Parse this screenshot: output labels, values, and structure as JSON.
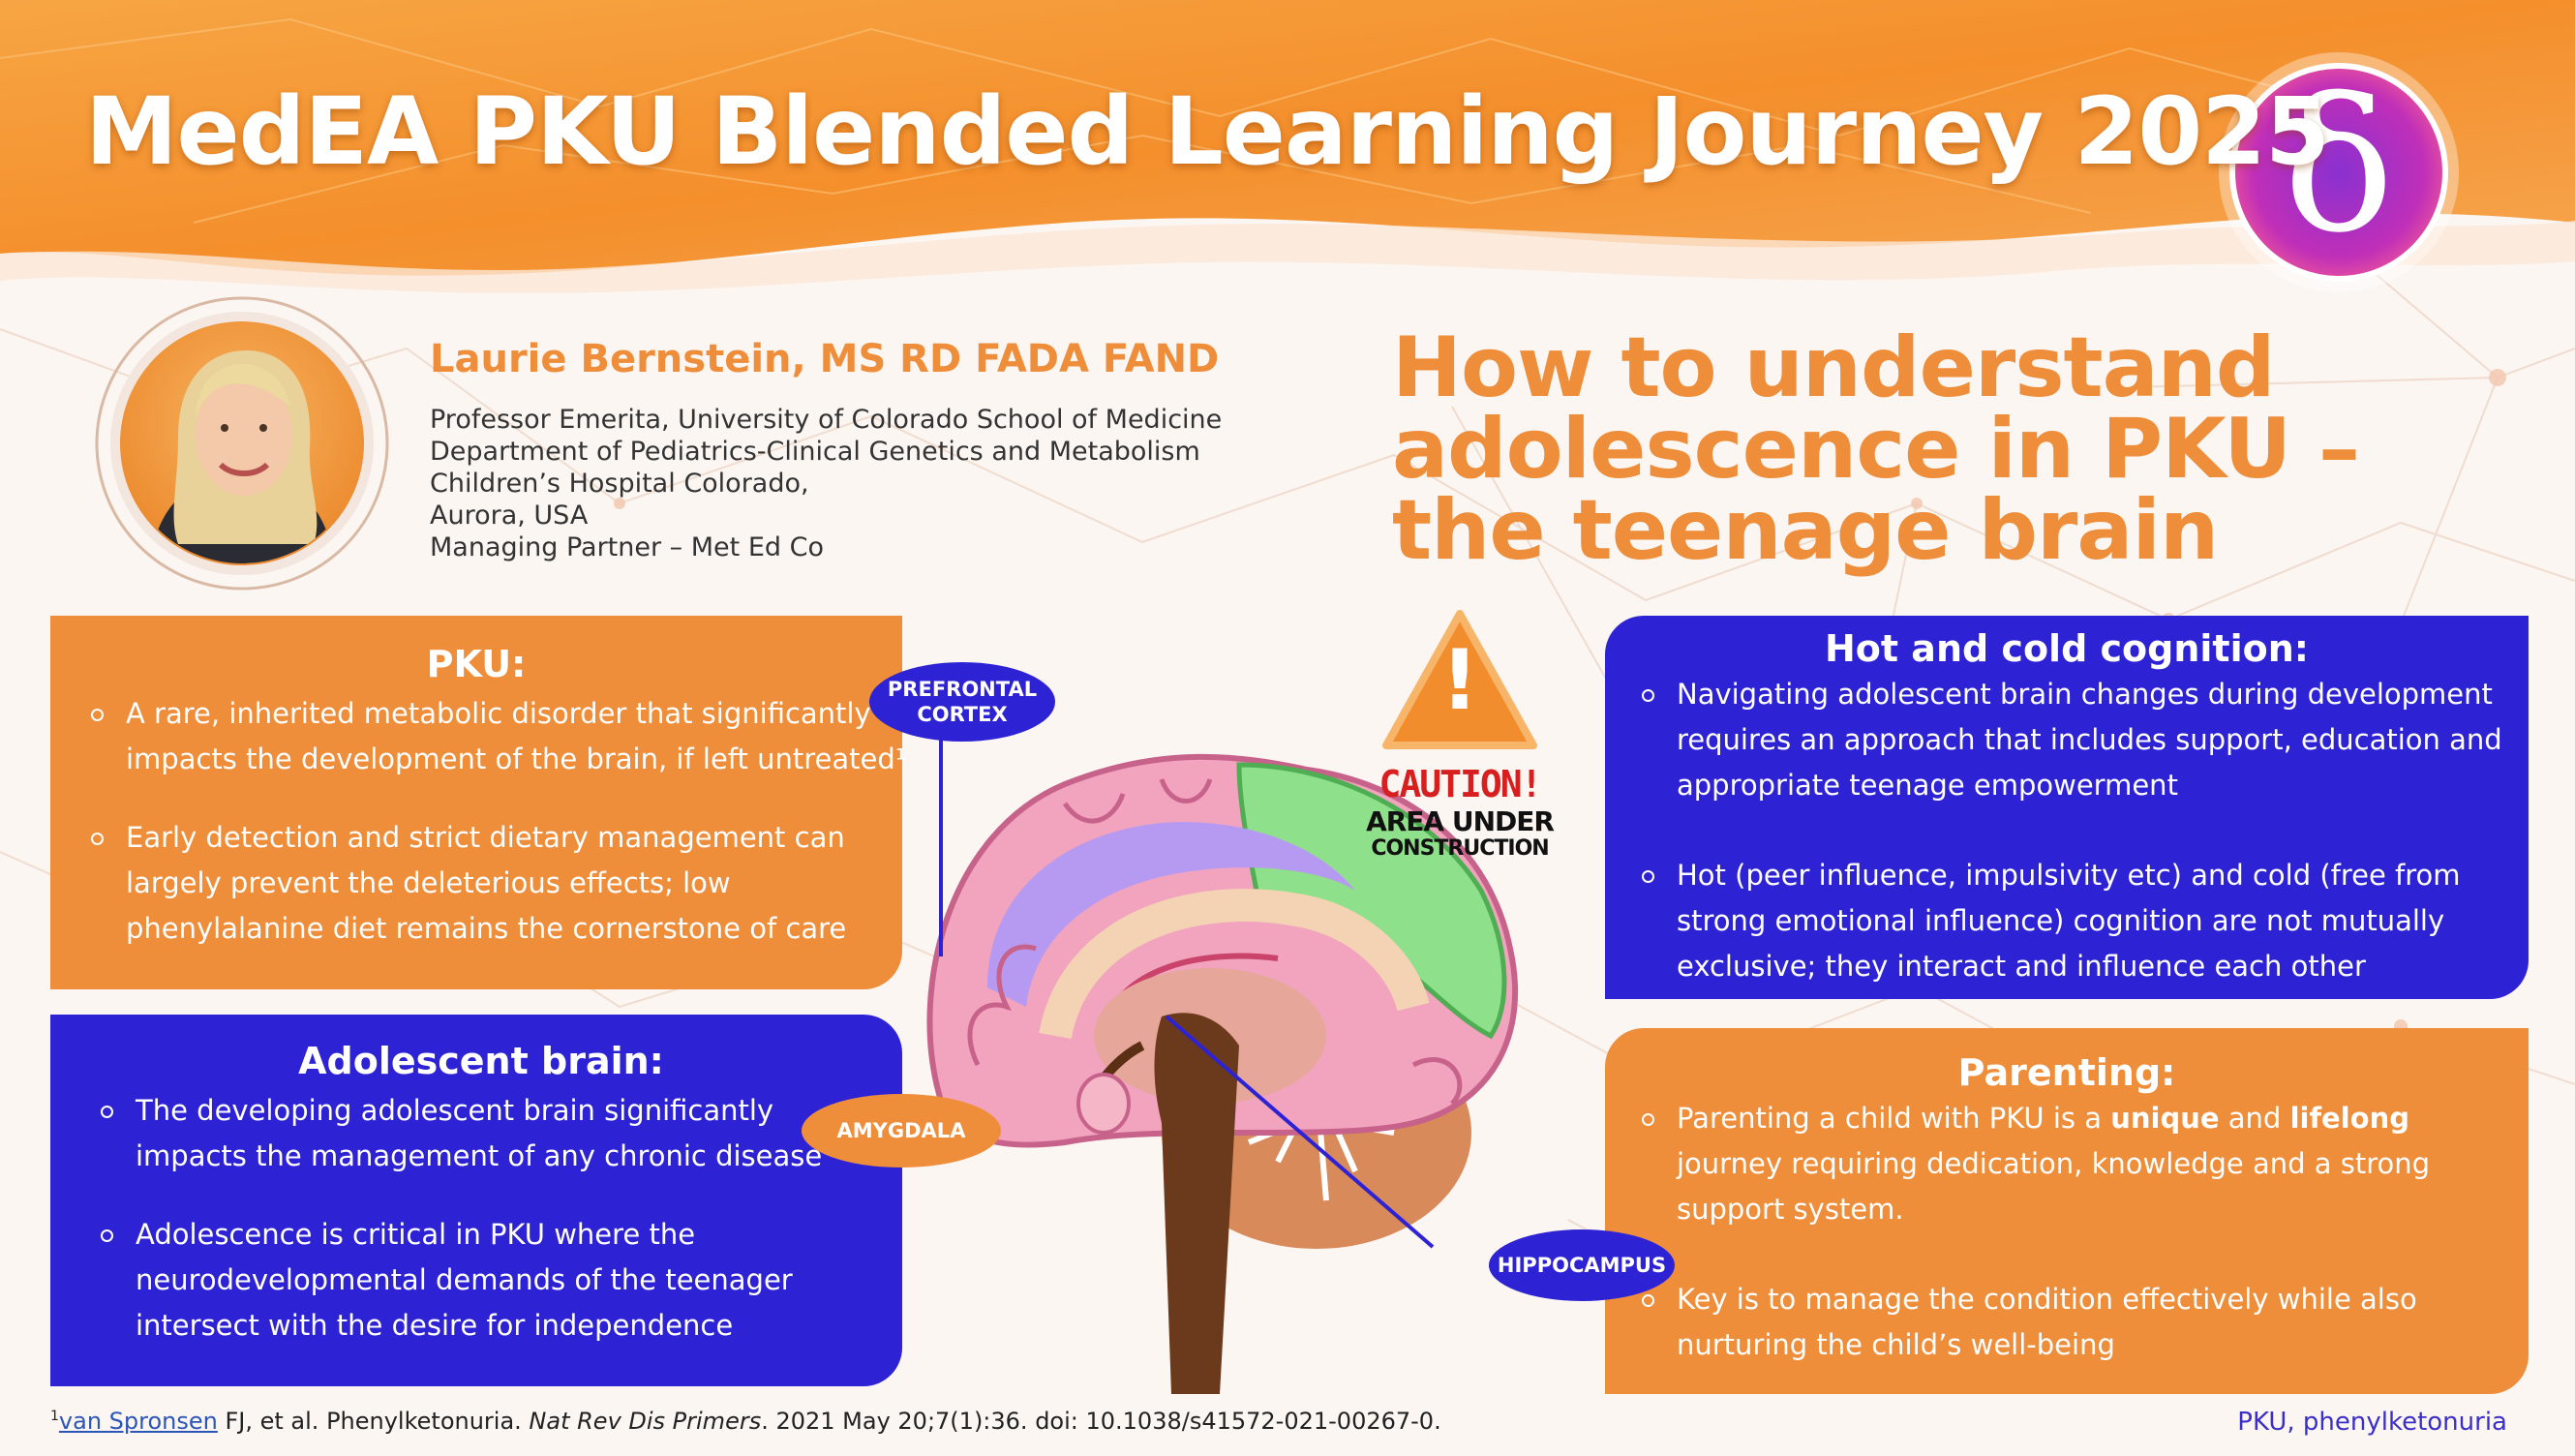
{
  "header": {
    "title": "MedEA PKU Blended Learning Journey 2025",
    "logo_glyph": "δ",
    "logo_icon": "delta-logo-icon"
  },
  "speaker": {
    "name": "Laurie Bernstein, MS RD FADA FAND",
    "affiliation_lines": [
      "Professor Emerita, University of Colorado School of Medicine",
      "Department of Pediatrics-Clinical Genetics and Metabolism",
      "Children’s Hospital Colorado,",
      "Aurora, USA",
      "Managing Partner – Met Ed Co"
    ]
  },
  "main_title": {
    "lines": [
      "How to understand",
      "adolescence in PKU –",
      "the teenage brain"
    ]
  },
  "cards": {
    "pku": {
      "heading": "PKU:",
      "bullets": [
        [
          "A rare, inherited metabolic disorder that significantly",
          "impacts the development of the brain, if left untreated¹"
        ],
        [
          "Early detection and strict dietary management can",
          "largely prevent the deleterious effects; low",
          "phenylalanine diet remains the cornerstone of care"
        ]
      ]
    },
    "adolescent": {
      "heading": "Adolescent brain:",
      "bullets": [
        [
          "The developing adolescent brain significantly",
          "impacts the management of any chronic disease"
        ],
        [
          "Adolescence is critical in PKU where the",
          "neurodevelopmental demands of the teenager",
          "intersect with the desire for independence"
        ]
      ]
    },
    "cognition": {
      "heading": "Hot and cold cognition:",
      "bullets": [
        [
          "Navigating adolescent brain changes during development",
          "requires an approach that includes support, education and",
          "appropriate teenage empowerment"
        ],
        [
          "Hot (peer influence, impulsivity etc)  and cold (free from",
          "strong emotional influence) cognition are not mutually",
          "exclusive; they interact and influence each other"
        ]
      ]
    },
    "parenting": {
      "heading": "Parenting:",
      "bullet1": {
        "line1_a": "Parenting a child with PKU is a ",
        "line1_b": "unique",
        "line1_c": " and ",
        "line1_d": "lifelong",
        "line2": "journey requiring dedication, knowledge and a strong",
        "line3": "support system."
      },
      "bullet2": [
        "Key is to manage the condition effectively while also",
        "nurturing the child’s well-being"
      ]
    }
  },
  "brain_labels": {
    "prefrontal_line1": "PREFRONTAL",
    "prefrontal_line2": "CORTEX",
    "amygdala": "AMYGDALA",
    "hippocampus": "HIPPOCAMPUS"
  },
  "caution": {
    "mark": "!",
    "title": "CAUTION!",
    "line1": "AREA UNDER",
    "line2": "CONSTRUCTION"
  },
  "footer": {
    "ref_sup": "1",
    "ref_link": "van Spronsen",
    "ref_text1": " FJ, et al. Phenylketonuria. ",
    "ref_journal": "Nat Rev Dis Primers",
    "ref_text2": ". 2021 May 20;7(1):36. doi: 10.1038/s41572-021-00267-0.",
    "abbr_a": "PKU",
    "abbr_b": ", phenylketonuria"
  },
  "colors": {
    "orange": "#ee8d3a",
    "blue": "#2e23d4",
    "header_orange": "#f39a3a"
  }
}
